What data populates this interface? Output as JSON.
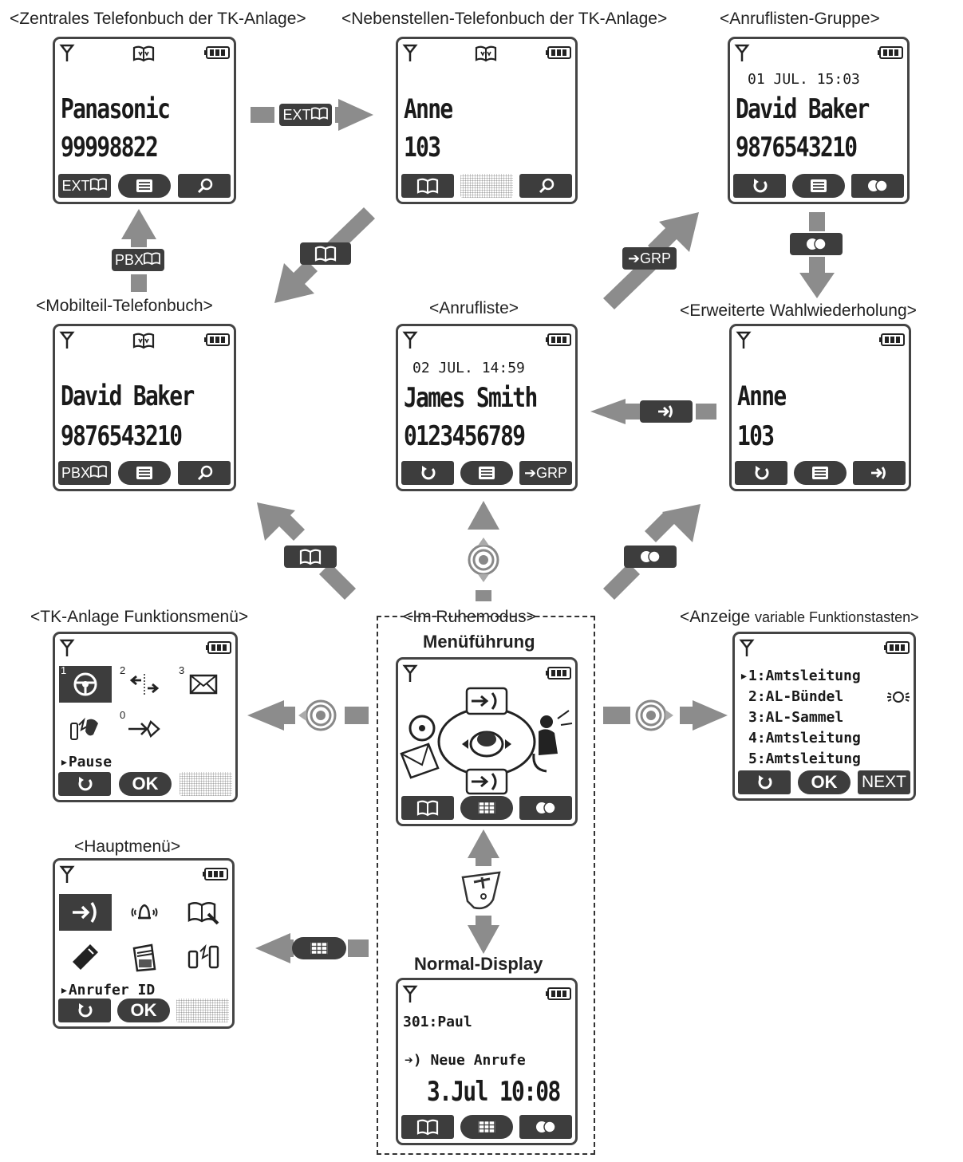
{
  "titles": {
    "central_pbx": "<Zentrales Telefonbuch der TK-Anlage>",
    "extension": "<Nebenstellen-Telefonbuch der TK-Anlage>",
    "calllog_group": "<Anruflisten-Gruppe>",
    "handset": "<Mobilteil-Telefonbuch>",
    "calllog": "<Anrufliste>",
    "redial": "<Erweiterte Wahlwiederholung>",
    "pbx_menu": "<TK-Anlage Funktionsmenü>",
    "standby": "<Im Ruhemodus>",
    "menu_nav": "Menüführung",
    "softkey_display_a": "<Anzeige",
    "softkey_display_b": "variable Funktionstasten>",
    "main_menu": "<Hauptmenü>",
    "normal_display": "Normal-Display"
  },
  "screens": {
    "central_pbx": {
      "line1": "Panasonic",
      "line2": "99998822",
      "sk0": "EXT"
    },
    "extension": {
      "line1": "Anne",
      "line2": "103"
    },
    "calllog_group": {
      "date": "01 JUL. 15:03",
      "line1": "David Baker",
      "line2": "9876543210"
    },
    "handset": {
      "line1": "David Baker",
      "line2": "9876543210",
      "sk0": "PBX"
    },
    "calllog": {
      "date": "02 JUL. 14:59",
      "line1": "James Smith",
      "line2": "0123456789",
      "sk2": "GRP"
    },
    "redial": {
      "line1": "Anne",
      "line2": "103"
    },
    "pbx_menu": {
      "nums": [
        "1",
        "2",
        "3",
        "",
        "0"
      ],
      "selected": "Pause",
      "ok": "OK"
    },
    "softkey_display": {
      "items": [
        "1:Amtsleitung",
        "2:AL-Bündel",
        "3:AL-Sammel",
        "4:Amtsleitung",
        "5:Amtsleitung"
      ],
      "ok": "OK",
      "next": "NEXT"
    },
    "main_menu": {
      "selected": "Anrufer ID",
      "ok": "OK"
    },
    "normal": {
      "ext": "301:Paul",
      "msg": "Neue Anrufe",
      "datetime": "3.Jul 10:08"
    }
  },
  "arrow_badges": {
    "ext_label": "EXT",
    "pbx_label": "PBX",
    "grp_label": "GRP"
  }
}
